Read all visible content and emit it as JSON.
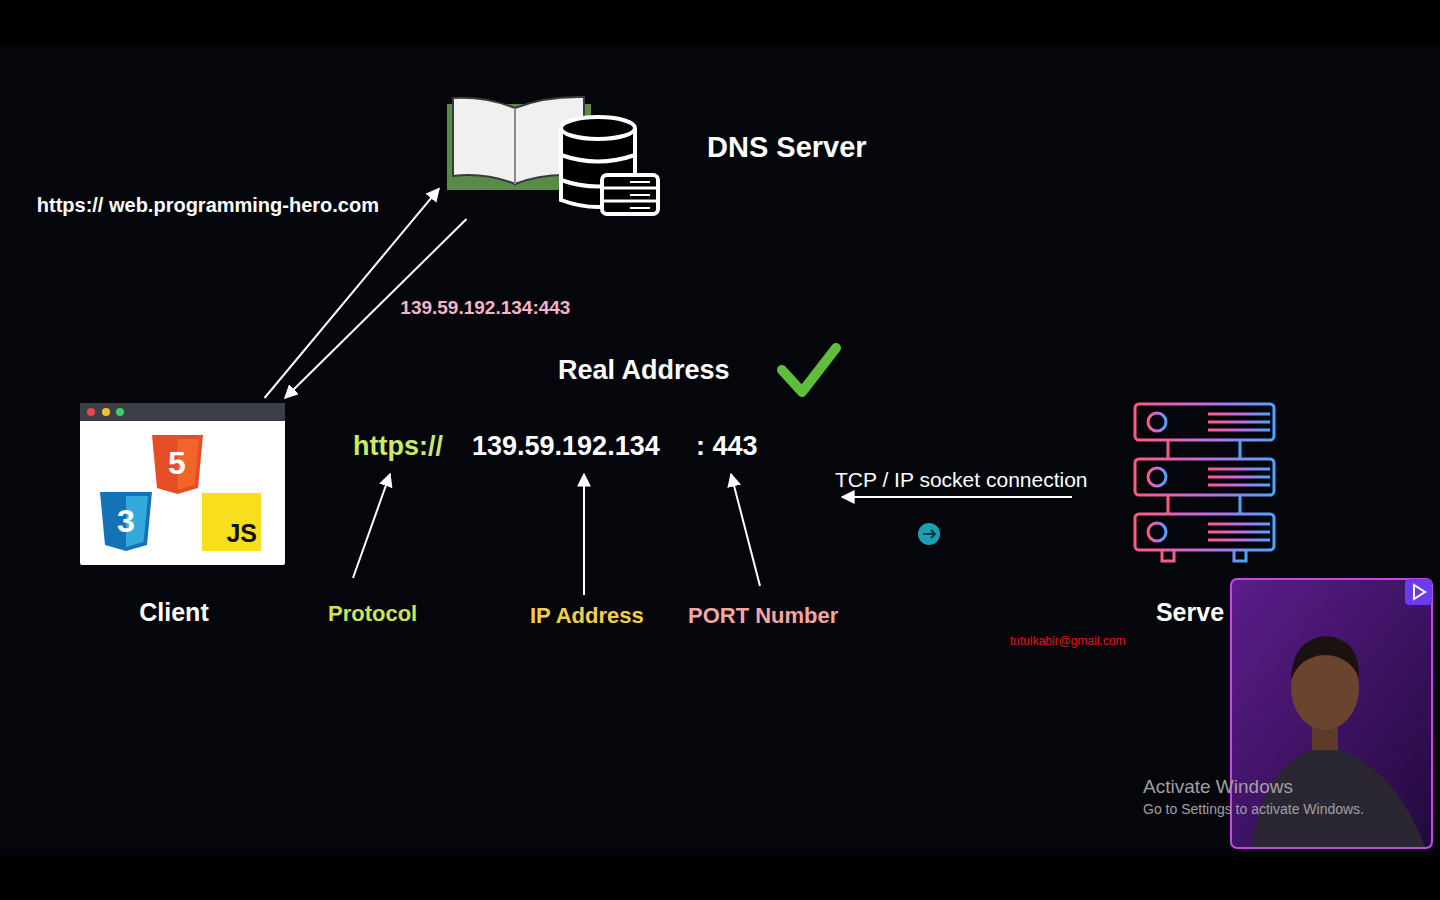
{
  "diagram": {
    "nodes": [
      {
        "text": [
          "DNS Server"
        ]
      },
      {
        "text": [
          "Client"
        ]
      },
      {
        "text": [
          "Serve"
        ]
      }
    ],
    "edges": [
      {
        "from": 1,
        "to": 0,
        "arrow": "to",
        "label": "https:// web.programming-hero.com"
      },
      {
        "from": 0,
        "to": 1,
        "arrow": "to",
        "label": "139.59.192.134:443"
      }
    ],
    "labels": [
      "5",
      "3",
      "JS",
      "Real Address",
      "https://",
      "139.59.192.134",
      ": 443",
      "Protocol",
      "IP Address",
      "PORT Number",
      "TCP / IP socket connection",
      "tutulkabir@gmail.com",
      "Activate Windows",
      "Go to Settings to activate Windows."
    ]
  }
}
